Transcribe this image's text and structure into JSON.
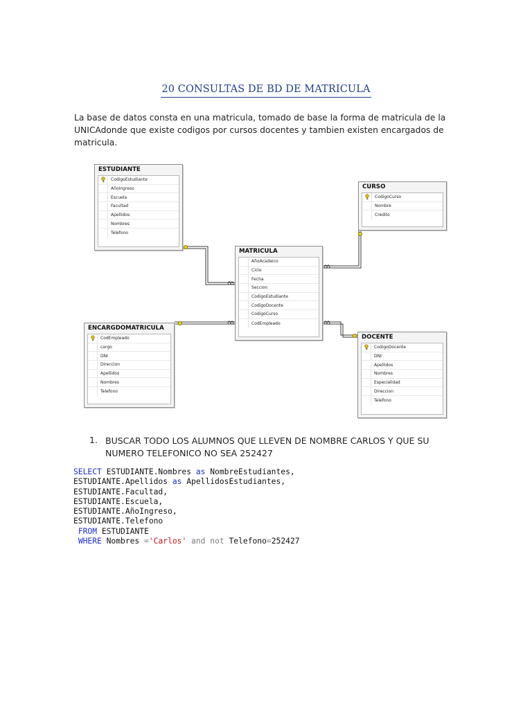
{
  "document": {
    "title": "20 CONSULTAS DE BD DE MATRICULA",
    "intro": "La base de datos consta en una matricula, tomado de base la forma de matricula de la UNICAdonde que existe codigos por cursos docentes y tambien existen encargados de matricula."
  },
  "diagram": {
    "estudiante": {
      "title": "ESTUDIANTE",
      "fields": [
        "CodigoEstudiante",
        "AñoIngreso",
        "Escuela",
        "Facultad",
        "Apellidos",
        "Nombres",
        "Telefono"
      ]
    },
    "curso": {
      "title": "CURSO",
      "fields": [
        "CodigoCurso",
        "Nombre",
        "Credito"
      ]
    },
    "matricula": {
      "title": "MATRICULA",
      "fields": [
        "AñoAcadeico",
        "Ciclo",
        "Fecha",
        "Seccion",
        "CodigoEstudiante",
        "CodigoDocente",
        "CodigoCurso",
        "CodEmpleado"
      ]
    },
    "encargdomatricula": {
      "title": "ENCARGDOMATRICULA",
      "fields": [
        "CodEmpleado",
        "cargo",
        "DNI",
        "Direccion",
        "Apellidos",
        "Nombres",
        "Telefono"
      ]
    },
    "docente": {
      "title": "DOCENTE",
      "fields": [
        "CodigoDocente",
        "DNI",
        "Apellidos",
        "Nombres",
        "Especialidad",
        "Direccion",
        "Telefono"
      ]
    }
  },
  "question": {
    "number": "1.",
    "text": "BUSCAR TODO LOS ALUMNOS QUE LLEVEN DE NOMBRE CARLOS Y QUE SU NUMERO TELEFONICO NO SEA 252427"
  },
  "sql": {
    "select_kw": "SELECT",
    "l1_a": " ESTUDIANTE.Nombres ",
    "as1": "as",
    "l1_b": " NombreEstudiantes,",
    "l2_a": "ESTUDIANTE.Apellidos ",
    "as2": "as",
    "l2_b": " ApellidosEstudiantes,",
    "l3": "ESTUDIANTE.Facultad,",
    "l4": "ESTUDIANTE.Escuela,",
    "l5": "ESTUDIANTE.AñoIngreso,",
    "l6": "ESTUDIANTE.Telefono",
    "from_kw": "FROM",
    "from_table": " ESTUDIANTE",
    "where_kw": "WHERE",
    "where_a": " Nombres ",
    "eq1": "=",
    "str_value": "'Carlos'",
    "and_not": " and not ",
    "where_b": "Telefono",
    "eq2": "=",
    "where_c": "252427"
  },
  "icons": {
    "key": "key-icon"
  },
  "colors": {
    "title": "#1f3f8c",
    "keyword": "#1d2fc8",
    "string": "#c2161a",
    "key_icon": "#d4b400"
  }
}
